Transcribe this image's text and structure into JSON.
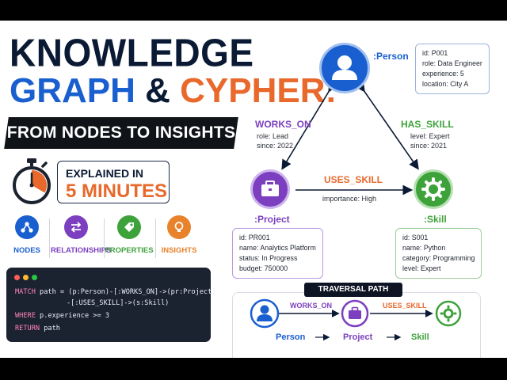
{
  "title": {
    "line1": "KNOWLEDGE",
    "line2_part1": "GRAPH",
    "line2_part2": "&",
    "line2_part3": "CYPHER:"
  },
  "banner": "FROM NODES TO INSIGHTS",
  "explained": {
    "line1": "EXPLAINED IN",
    "line2": "5 MINUTES"
  },
  "features": [
    {
      "label": "NODES",
      "icon": "nodes-icon",
      "color": "#1a5fcf"
    },
    {
      "label": "RELATIONSHIPS",
      "icon": "arrows-icon",
      "color": "#7b3fbf"
    },
    {
      "label": "PROPERTIES",
      "icon": "tag-icon",
      "color": "#3ea23a"
    },
    {
      "label": "INSIGHTS",
      "icon": "lightbulb-icon",
      "color": "#e8822b"
    }
  ],
  "code": {
    "line1_kw": "MATCH",
    "line1_rest": " path = (p:Person)-[:WORKS_ON]->(pr:Project)",
    "line2": "-[:USES_SKILL]->(s:Skill)",
    "line3_kw": "WHERE",
    "line3_rest": " p.experience >= 3",
    "line4_kw": "RETURN",
    "line4_rest": " path"
  },
  "graph": {
    "person": {
      "label": ":Person",
      "props": [
        "id: P001",
        "role: Data Engineer",
        "experience: 5",
        "location: City A"
      ]
    },
    "project": {
      "label": ":Project",
      "props": [
        "id: PR001",
        "name: Analytics Platform",
        "status: In Progress",
        "budget: 750000"
      ]
    },
    "skill": {
      "label": ":Skill",
      "props": [
        "id: S001",
        "name: Python",
        "category: Programming",
        "level: Expert"
      ]
    },
    "works_on": {
      "label": "WORKS_ON",
      "props": [
        "role: Lead",
        "since: 2022"
      ]
    },
    "has_skill": {
      "label": "HAS_SKILL",
      "props": [
        "level: Expert",
        "since: 2021"
      ]
    },
    "uses_skill": {
      "label": "USES_SKILL",
      "props": [
        "importance: High"
      ]
    }
  },
  "traversal": {
    "title": "TRAVERSAL PATH",
    "nodes": [
      "Person",
      "Project",
      "Skill"
    ],
    "rels": [
      "WORKS_ON",
      "USES_SKILL"
    ]
  },
  "colors": {
    "person": "#1a5fcf",
    "project": "#7b3fbf",
    "skill": "#3ea23a",
    "accent": "#e8692b",
    "dark": "#0b1a34"
  }
}
